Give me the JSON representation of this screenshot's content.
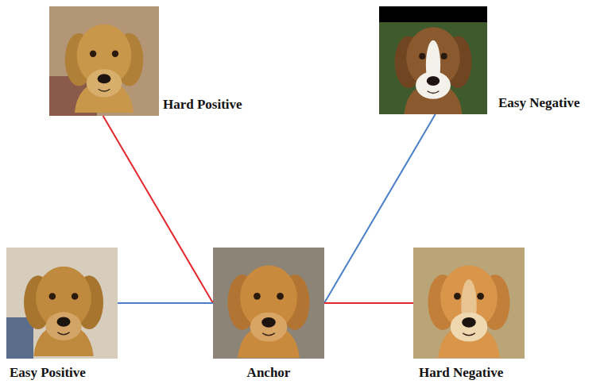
{
  "diagram": {
    "nodes": [
      {
        "text": [
          "Hard Positive"
        ]
      },
      {
        "text": [
          "Easy Negative"
        ]
      },
      {
        "text": [
          "Easy Positive"
        ]
      },
      {
        "text": [
          "Anchor"
        ]
      },
      {
        "text": [
          "Hard Negative"
        ]
      }
    ],
    "edges": [
      {
        "from": 3,
        "to": 0,
        "arrow": "none"
      },
      {
        "from": 3,
        "to": 1,
        "arrow": "none"
      },
      {
        "from": 3,
        "to": 2,
        "arrow": "none"
      },
      {
        "from": 3,
        "to": 4,
        "arrow": "none"
      }
    ]
  }
}
